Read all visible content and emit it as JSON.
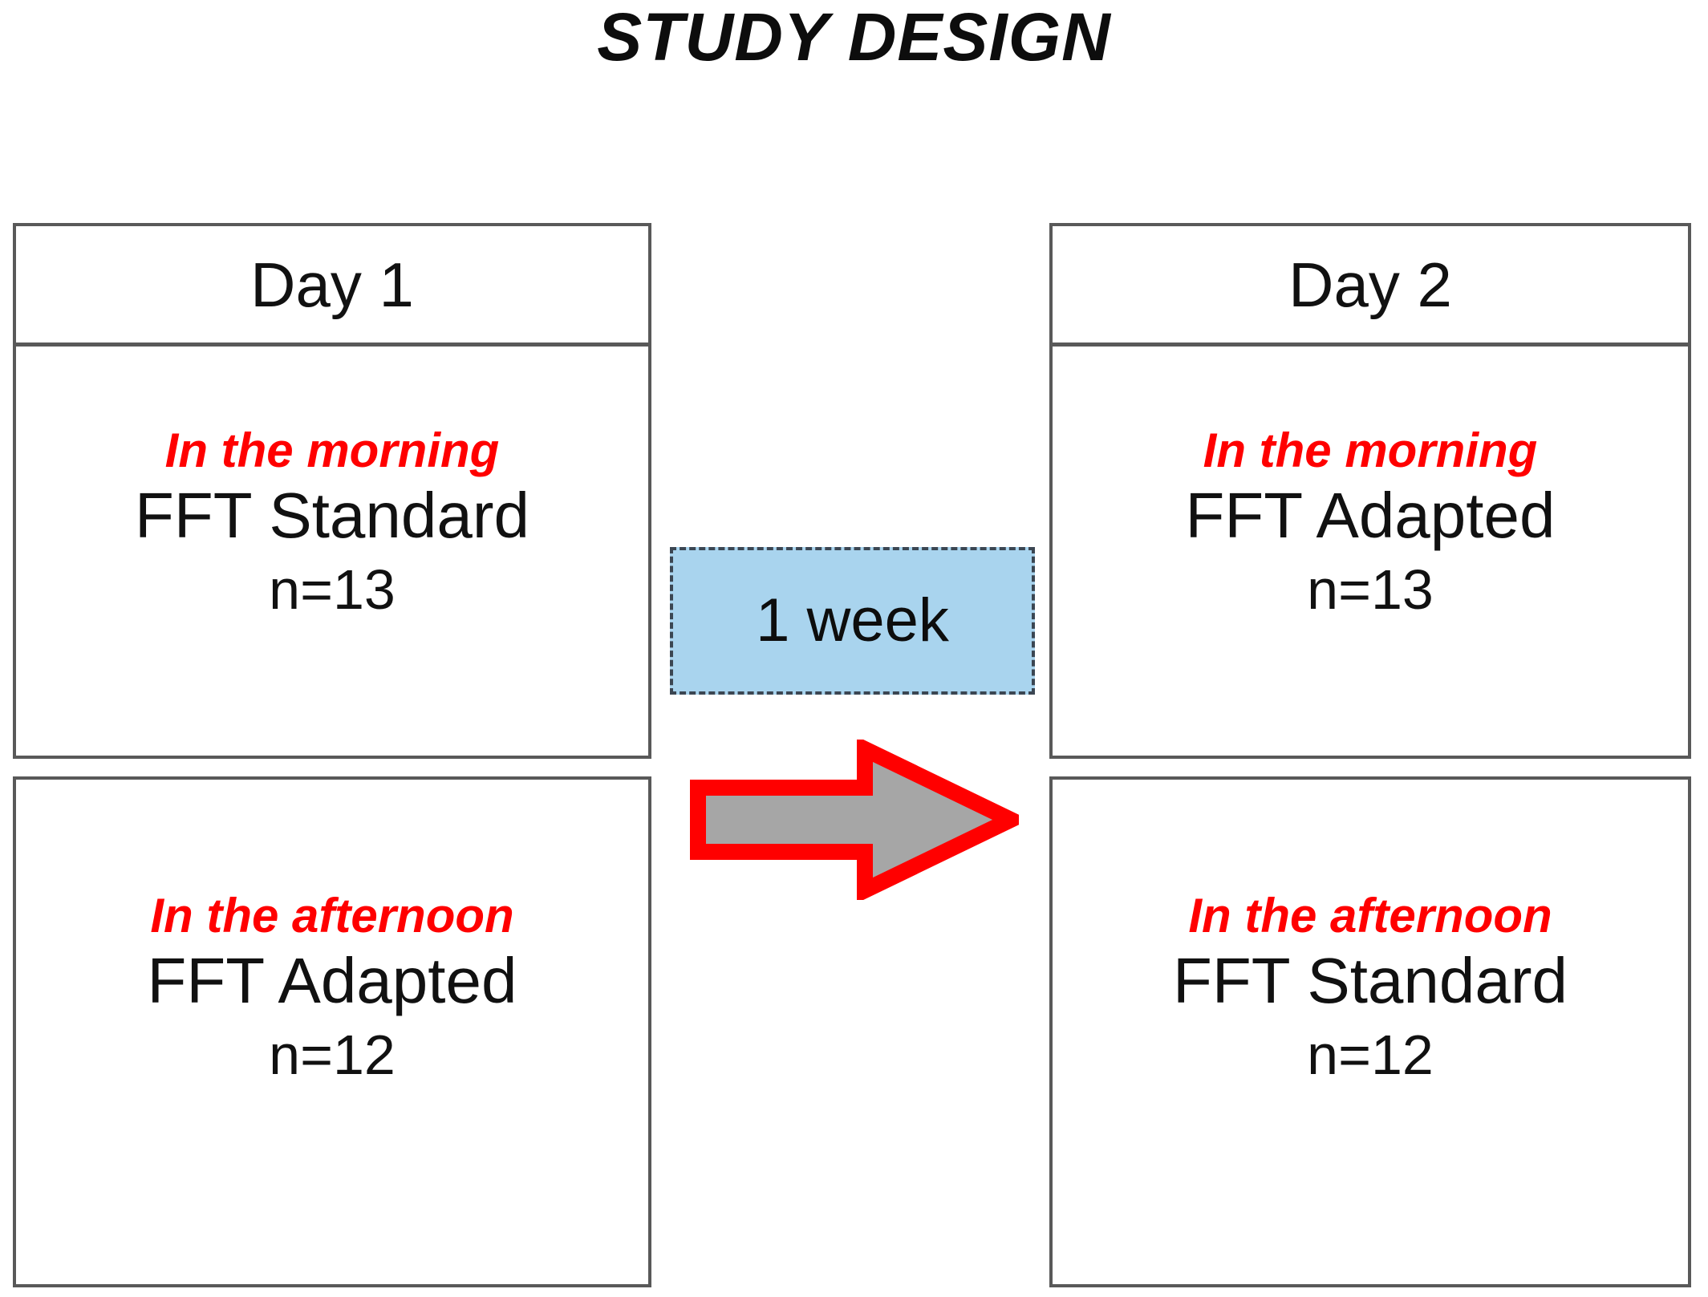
{
  "figure": {
    "title": "STUDY DESIGN"
  },
  "days": [
    {
      "header": "Day 1",
      "morning": {
        "time_of_day": "In the morning",
        "protocol": "FFT Standard",
        "sample_size": "n=13"
      },
      "afternoon": {
        "time_of_day": "In the afternoon",
        "protocol": "FFT Adapted",
        "sample_size": "n=12"
      }
    },
    {
      "header": "Day 2",
      "morning": {
        "time_of_day": "In the morning",
        "protocol": "FFT Adapted",
        "sample_size": "n=13"
      },
      "afternoon": {
        "time_of_day": "In the afternoon",
        "protocol": "FFT Standard",
        "sample_size": "n=12"
      }
    }
  ],
  "interval": {
    "label": "1 week",
    "fill_color": "#a9d4ee",
    "border_color": "#3b4652"
  },
  "arrow": {
    "icon": "right-arrow-icon",
    "fill_color": "#a6a6a6",
    "outline_color": "#ff0000"
  },
  "colors": {
    "time_of_day_text": "#ff0000",
    "body_text": "#111111",
    "box_border": "#595959"
  }
}
